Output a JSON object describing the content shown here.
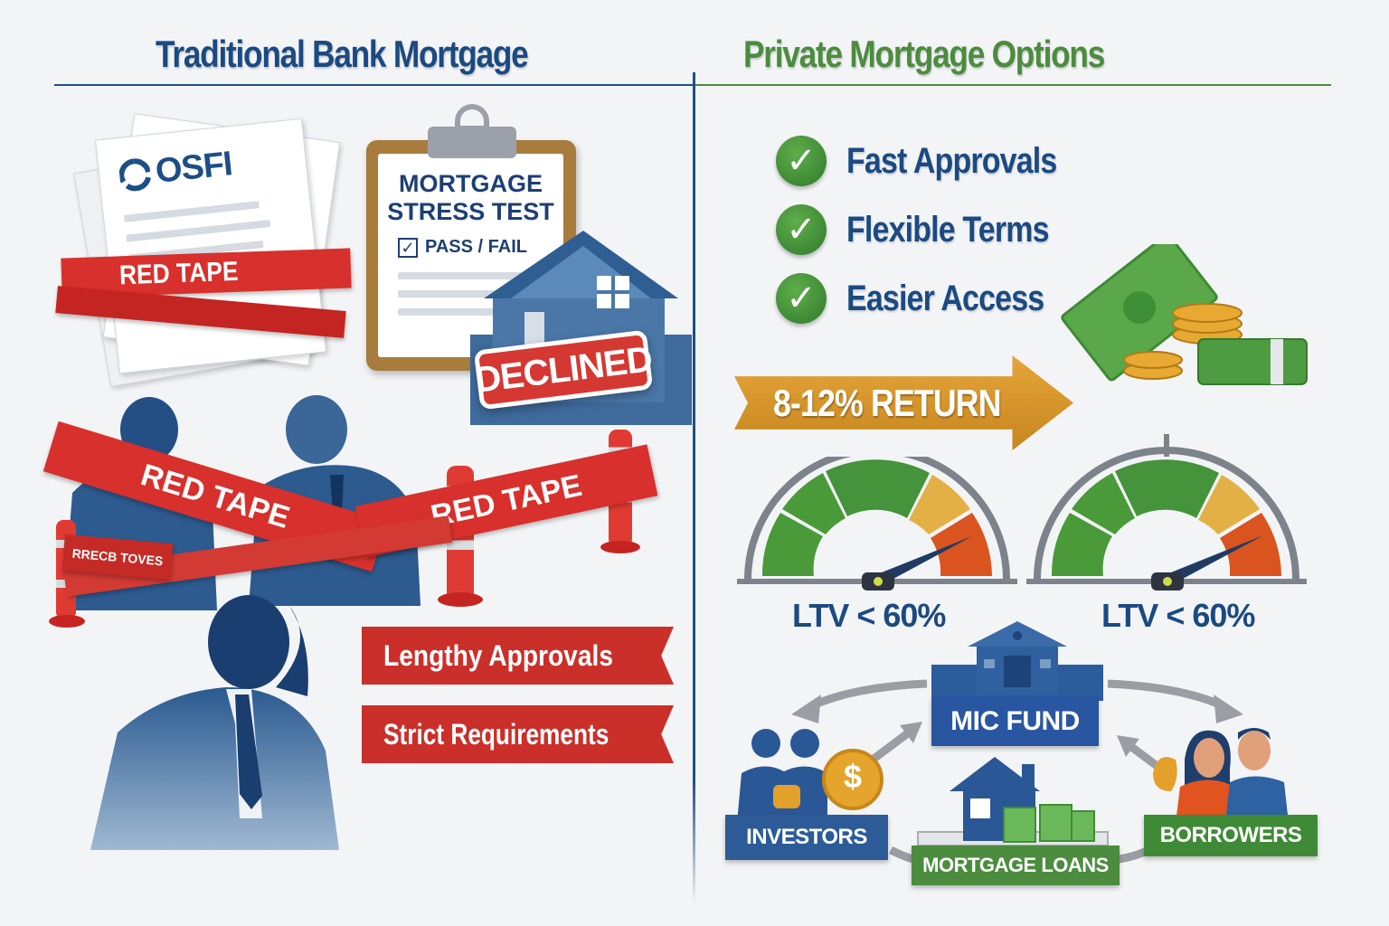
{
  "left": {
    "title": "Traditional Bank Mortgage",
    "osfi_logo": "OSFI",
    "red_tape_labels": [
      "RED TAPE",
      "RED TAPE",
      "RED TAPE"
    ],
    "small_tape_label": "RRECB TOVES",
    "clipboard": {
      "title_line1": "MORTGAGE",
      "title_line2": "STRESS TEST",
      "checkbox_label": "PASS / FAIL"
    },
    "declined_stamp": "DECLINED",
    "banners": [
      "Lengthy Approvals",
      "Strict Requirements"
    ]
  },
  "right": {
    "title": "Private Mortgage Options",
    "benefits": [
      "Fast Approvals",
      "Flexible Terms",
      "Easier Access"
    ],
    "return_label": "8-12% RETURN",
    "gauges": [
      {
        "label": "LTV < 60%"
      },
      {
        "label": "LTV < 60%"
      }
    ],
    "flow": {
      "center": "MIC FUND",
      "investors": "INVESTORS",
      "mortgage_loans": "MORTGAGE LOANS",
      "borrowers": "BORROWERS",
      "coin_symbol": "$"
    }
  },
  "colors": {
    "navy": "#1b4a82",
    "green": "#4b8c3e",
    "red": "#d8302c",
    "gold": "#e0a23a",
    "orange": "#d9541e",
    "background": "#f3f4f6"
  }
}
